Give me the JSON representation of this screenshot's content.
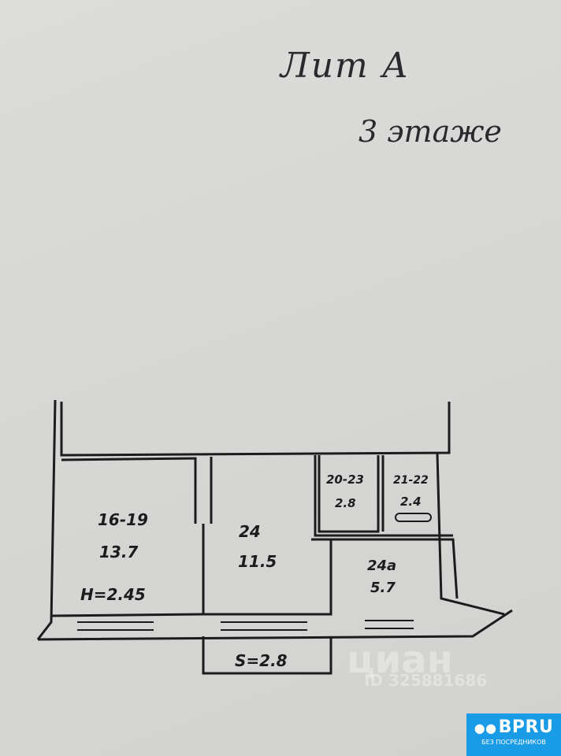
{
  "header": {
    "building": "Лит А",
    "floor": "3 этаже"
  },
  "rooms": [
    {
      "number": "16-19",
      "area": "13.7"
    },
    {
      "number": "24",
      "area": "11.5"
    },
    {
      "number": "20-23",
      "area": "2.8"
    },
    {
      "number": "21-22",
      "area": "2.4"
    },
    {
      "number": "24а",
      "area": "5.7"
    }
  ],
  "ceiling_height": "Н=2.45",
  "balcony_area": "S=2.8",
  "watermark": {
    "brand": "циан",
    "id": "ID 325881686"
  },
  "badge": {
    "brand": "BPRU",
    "tagline": "БЕЗ ПОСРЕДНИКОВ"
  }
}
